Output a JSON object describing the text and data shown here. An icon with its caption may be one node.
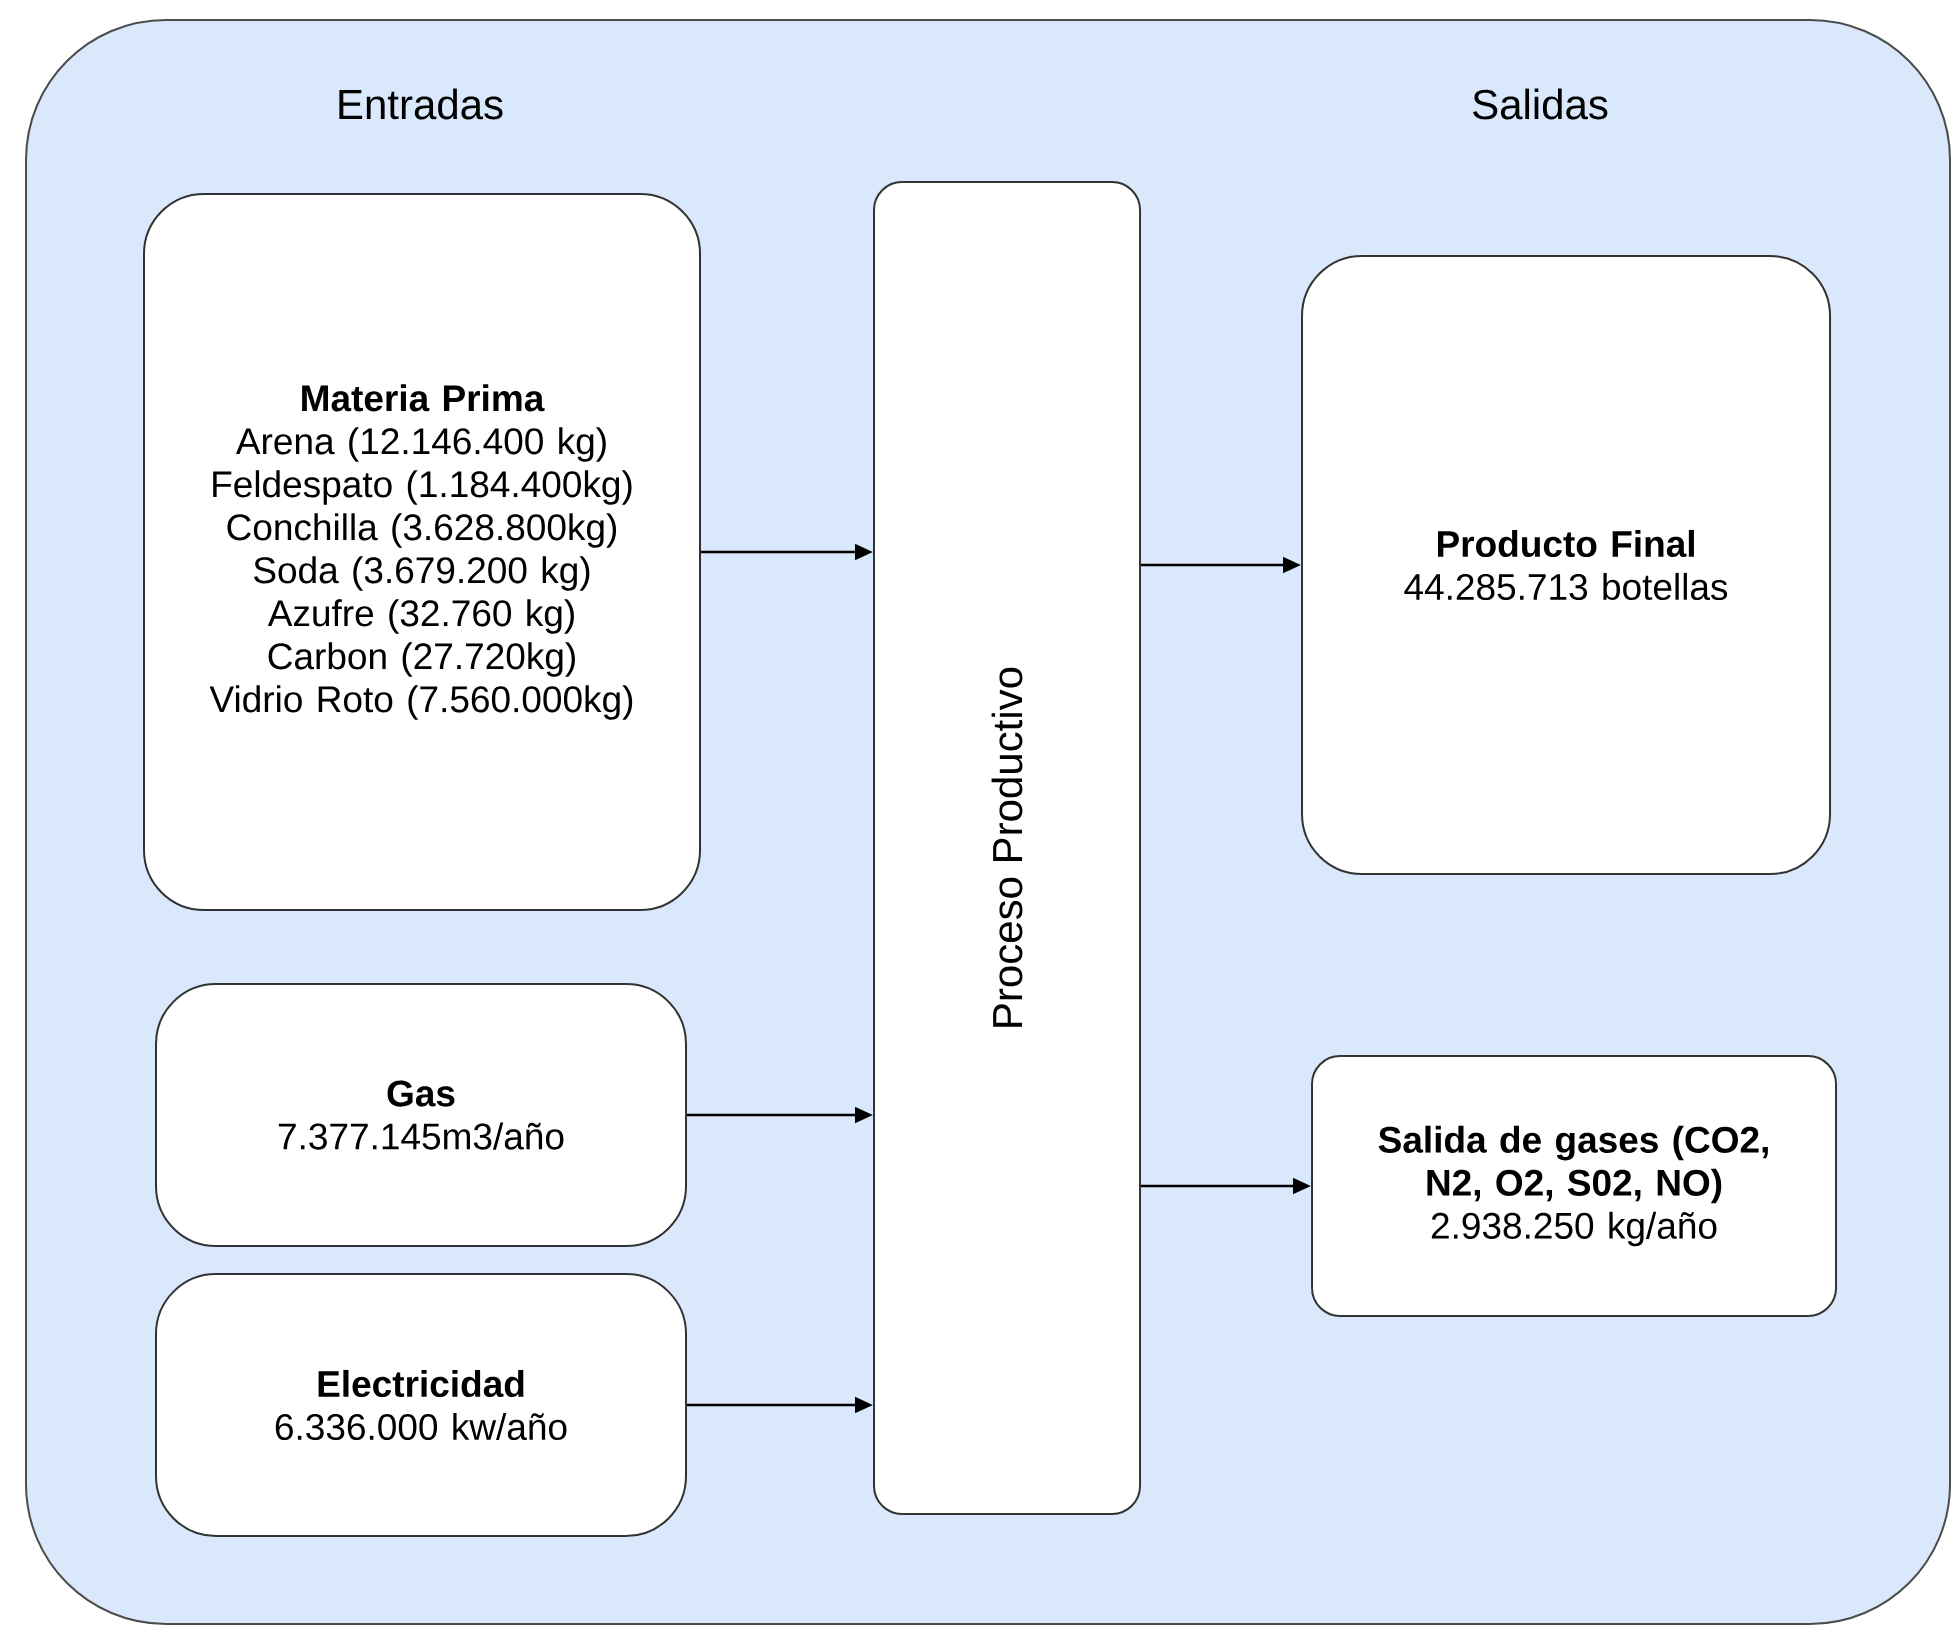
{
  "diagram": {
    "nodes": [
      {
        "text": [
          "Entradas",
          "Salidas"
        ]
      },
      {
        "text": [
          "Materia Prima",
          "Arena (12.146.400 kg)",
          "Feldespato (1.184.400kg)",
          "Conchilla (3.628.800kg)",
          "Soda (3.679.200 kg)",
          "Azufre (32.760 kg)",
          "Carbon (27.720kg)",
          "Vidrio Roto (7.560.000kg)"
        ],
        "in": 0
      },
      {
        "text": [
          "Gas",
          "7.377.145m3/año"
        ],
        "in": 0
      },
      {
        "text": [
          "Electricidad",
          "6.336.000 kw/año"
        ],
        "in": 0
      },
      {
        "text": [
          "Proceso Productivo"
        ],
        "in": 0
      },
      {
        "text": [
          "Producto Final",
          "44.285.713 botellas"
        ],
        "in": 0
      },
      {
        "text": [
          "Salida de gases (CO2, N2, O2, S02, NO)",
          "2.938.250 kg/año"
        ],
        "in": 0
      }
    ],
    "edges": [
      {
        "from": 1,
        "to": 4,
        "arrow": "to"
      },
      {
        "from": 2,
        "to": 4,
        "arrow": "to"
      },
      {
        "from": 3,
        "to": 4,
        "arrow": "to"
      },
      {
        "from": 4,
        "to": 5,
        "arrow": "to"
      },
      {
        "from": 4,
        "to": 6,
        "arrow": "to"
      }
    ]
  }
}
